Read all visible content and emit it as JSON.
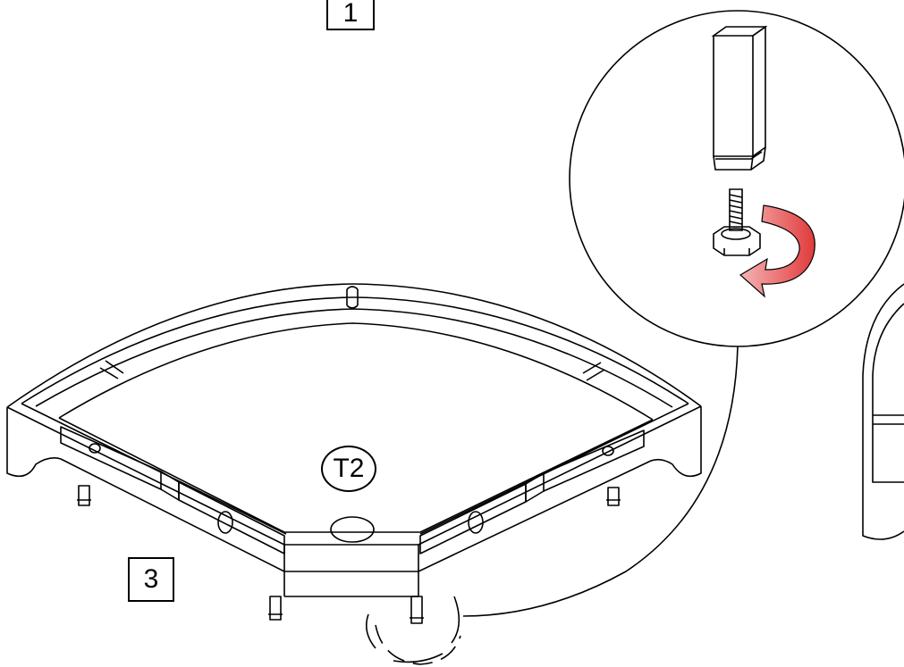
{
  "labels": {
    "step_top": "1",
    "step_bottom": "3",
    "drain_tag": "T2"
  },
  "colors": {
    "line": "#000000",
    "arrow_red": "#e03a3a",
    "arrow_red_light": "#f6b4b4",
    "background": "#ffffff"
  },
  "icons": {
    "rotation_arrow": "curved-rotation-arrow-icon",
    "foot_assembly": "adjustable-foot-icon"
  }
}
